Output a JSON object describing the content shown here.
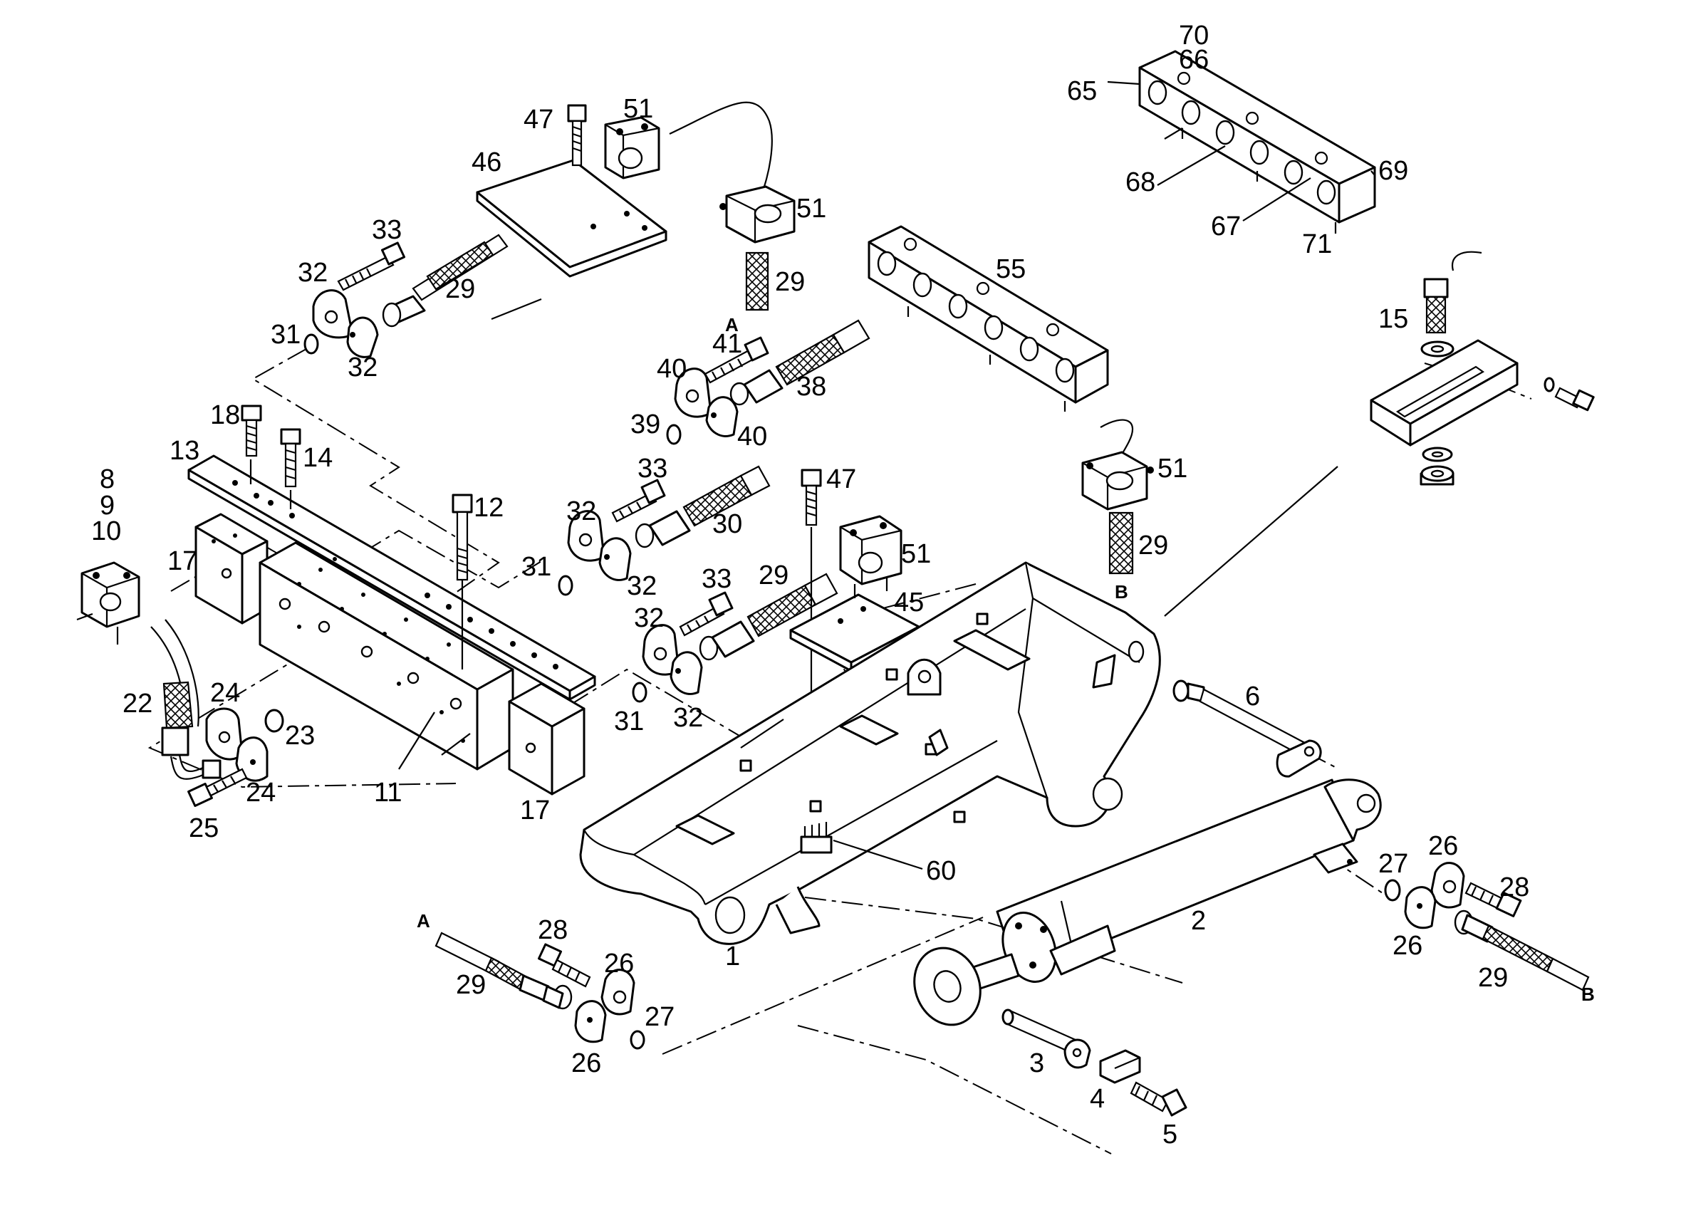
{
  "callouts": {
    "c1": "1",
    "c2": "2",
    "c3": "3",
    "c4": "4",
    "c5": "5",
    "c6": "6",
    "c8": "8",
    "c9": "9",
    "c10": "10",
    "c11": "11",
    "c12": "12",
    "c13": "13",
    "c14": "14",
    "c15": "15",
    "c17a": "17",
    "c17b": "17",
    "c18": "18",
    "c22": "22",
    "c23": "23",
    "c24a": "24",
    "c24b": "24",
    "c25": "25",
    "c26a": "26",
    "c26b": "26",
    "c26c": "26",
    "c26d": "26",
    "c27a": "27",
    "c27b": "27",
    "c28a": "28",
    "c28b": "28",
    "c29a": "29",
    "c29b": "29",
    "c29c": "29",
    "c29d": "29",
    "c29e": "29",
    "c29f": "29",
    "c30": "30",
    "c31a": "31",
    "c31b": "31",
    "c31c": "31",
    "c32a": "32",
    "c32b": "32",
    "c32c": "32",
    "c32d": "32",
    "c32e": "32",
    "c32f": "32",
    "c33a": "33",
    "c33b": "33",
    "c33c": "33",
    "c38": "38",
    "c39": "39",
    "c40a": "40",
    "c40b": "40",
    "c41": "41",
    "c45": "45",
    "c46": "46",
    "c47a": "47",
    "c47b": "47",
    "c51a": "51",
    "c51b": "51",
    "c51c": "51",
    "c51d": "51",
    "c55": "55",
    "c60": "60",
    "c65": "65",
    "c66": "66",
    "c67": "67",
    "c68": "68",
    "c69": "69",
    "c70": "70",
    "c71": "71"
  },
  "connection_markers": {
    "a_top": "A",
    "a_bottom": "A",
    "b_top": "B",
    "b_bottom": "B"
  }
}
